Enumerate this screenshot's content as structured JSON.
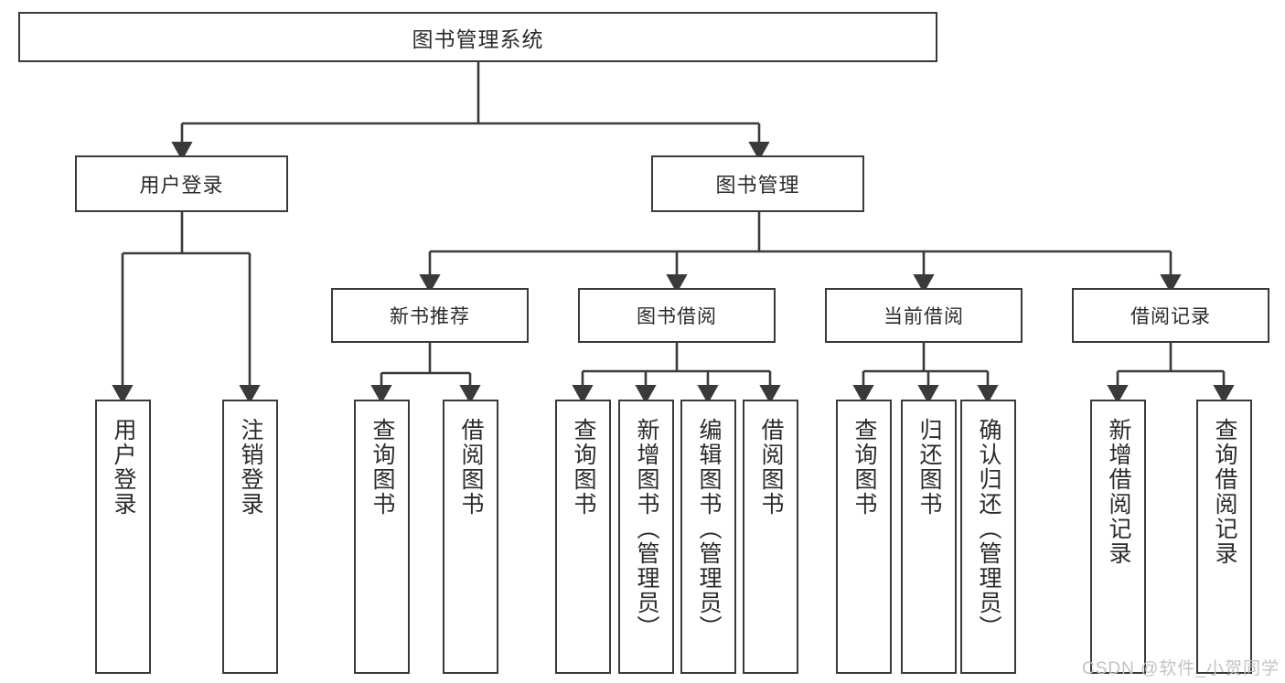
{
  "diagram": {
    "title": "图书管理系统",
    "type": "hierarchy-tree",
    "watermark": "CSDN @软件_小贺同学",
    "colors": {
      "box_border": "#3a3a3a",
      "box_fill": "#ffffff",
      "text": "#2b2b2b",
      "edge": "#3a3a3a",
      "watermark": "#c3c3c3",
      "background": "#ffffff"
    },
    "root": {
      "label": "图书管理系统"
    },
    "level2": [
      {
        "label": "用户登录"
      },
      {
        "label": "图书管理"
      }
    ],
    "level3": [
      {
        "label": "新书推荐"
      },
      {
        "label": "图书借阅"
      },
      {
        "label": "当前借阅"
      },
      {
        "label": "借阅记录"
      }
    ],
    "leaves": {
      "user_login": [
        {
          "label": "用户登录"
        },
        {
          "label": "注销登录"
        }
      ],
      "new_book_recommend": [
        {
          "label": "查询图书"
        },
        {
          "label": "借阅图书"
        }
      ],
      "book_borrow": [
        {
          "label": "查询图书"
        },
        {
          "label": "新增图书（管理员）"
        },
        {
          "label": "编辑图书（管理员）"
        },
        {
          "label": "借阅图书"
        }
      ],
      "current_borrow": [
        {
          "label": "查询图书"
        },
        {
          "label": "归还图书"
        },
        {
          "label": "确认归还（管理员）"
        }
      ],
      "borrow_record": [
        {
          "label": "新增借阅记录"
        },
        {
          "label": "查询借阅记录"
        }
      ]
    }
  }
}
